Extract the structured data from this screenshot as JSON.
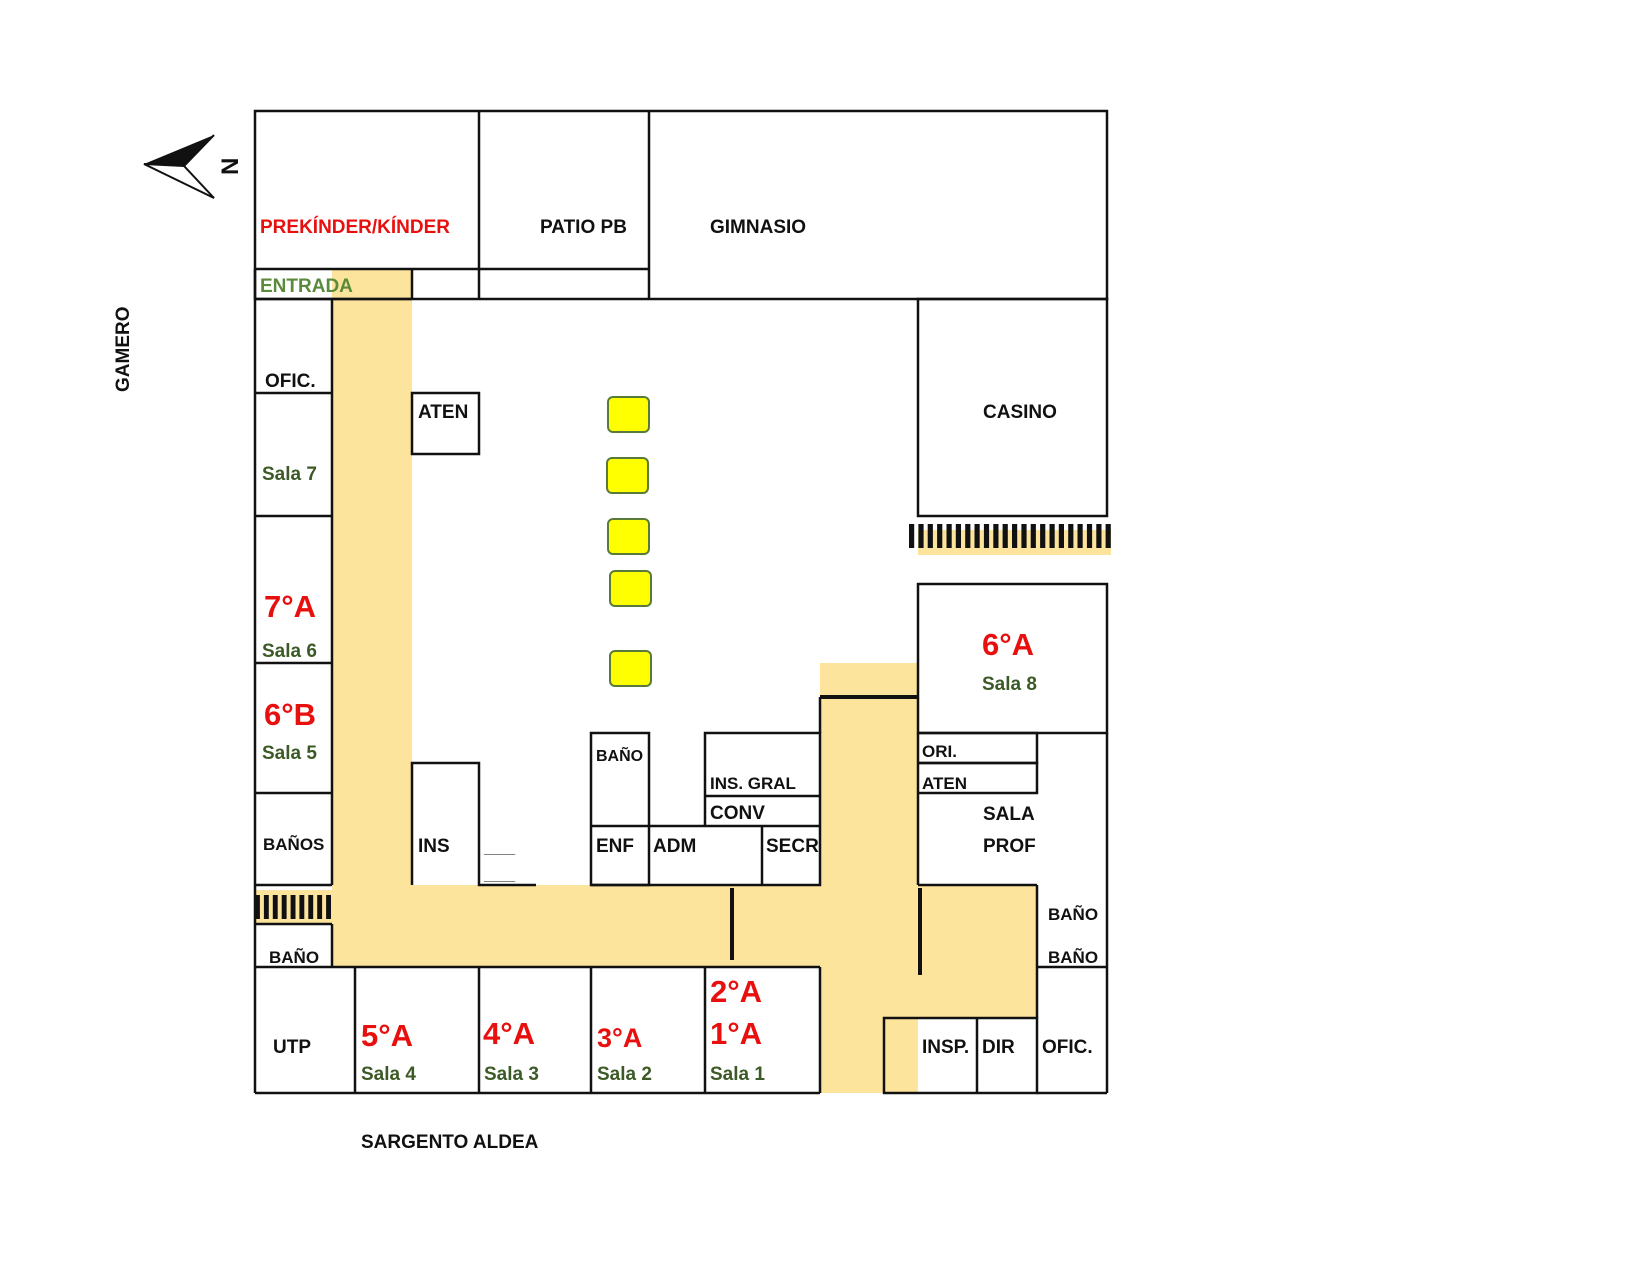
{
  "map": {
    "colors": {
      "corridor": "#fde49c",
      "wall": "#111111",
      "course": "#e8100f",
      "room_name": "#3c5a26",
      "entrance": "#5a8a3a",
      "marker": "#ffff00",
      "marker_border": "#5a7a3a"
    },
    "compass": {
      "letter": "N",
      "icon": "north-arrow-icon"
    },
    "streets": {
      "left": "GAMERO",
      "bottom": "SARGENTO ALDEA"
    },
    "top_areas": {
      "prekinder": "PREKÍNDER/KÍNDER",
      "patio": "PATIO PB",
      "gym": "GIMNASIO",
      "entrance": "ENTRADA"
    },
    "west_wing": {
      "ofic": "OFIC.",
      "sala7": "Sala 7",
      "course_7a": "7°A",
      "sala6": "Sala 6",
      "course_6b": "6°B",
      "sala5": "Sala 5",
      "banos": "BAÑOS",
      "bano": "BAÑO"
    },
    "center": {
      "aten": "ATEN",
      "ins": "INS",
      "blank1": "____",
      "blank2": "____",
      "bano": "BAÑO",
      "ins_gral": "INS. GRAL",
      "conv": "CONV",
      "enf": "ENF",
      "adm": "ADM",
      "secr": "SECR"
    },
    "south_wing": {
      "utp": "UTP",
      "course_5a": "5°A",
      "sala4": "Sala 4",
      "course_4a": "4°A",
      "sala3": "Sala 3",
      "course_3a": "3°A",
      "sala2": "Sala 2",
      "course_2a": "2°A",
      "course_1a": "1°A",
      "sala1": "Sala 1",
      "insp": "INSP.",
      "dir": "DIR",
      "ofic": "OFIC."
    },
    "east_wing": {
      "casino": "CASINO",
      "course_6a": "6°A",
      "sala8": "Sala 8",
      "ori": "ORI.",
      "aten": "ATEN",
      "sala_prof_1": "SALA",
      "sala_prof_2": "PROF",
      "bano1": "BAÑO",
      "bano2": "BAÑO"
    },
    "markers": [
      {
        "name": "meeting-point-1"
      },
      {
        "name": "meeting-point-2"
      },
      {
        "name": "meeting-point-3"
      },
      {
        "name": "meeting-point-4"
      },
      {
        "name": "meeting-point-5"
      }
    ]
  }
}
